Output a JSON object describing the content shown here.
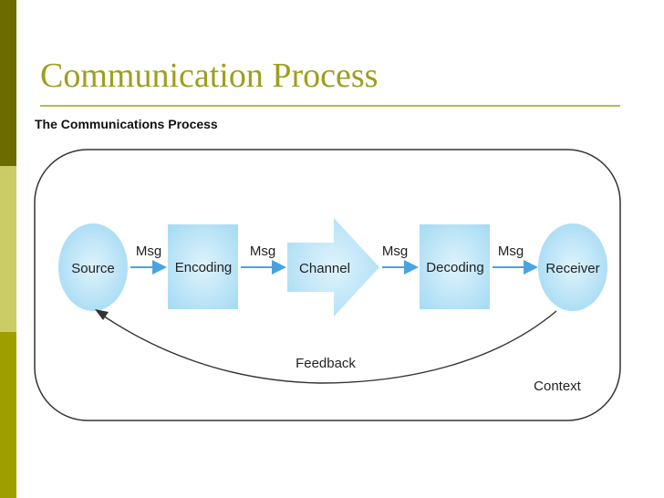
{
  "slide": {
    "title": "Communication Process",
    "figure_caption": "The Communications Process"
  },
  "diagram": {
    "nodes": {
      "source": "Source",
      "encoding": "Encoding",
      "channel": "Channel",
      "decoding": "Decoding",
      "receiver": "Receiver"
    },
    "message_labels": [
      "Msg",
      "Msg",
      "Msg",
      "Msg"
    ],
    "feedback_label": "Feedback",
    "context_label": "Context"
  },
  "colors": {
    "title": "#9e9e1e",
    "node_fill": "#a8dcf4",
    "node_highlight": "#dff3fc",
    "arrow": "#4aa3e0",
    "sidebar": [
      "#6b6b00",
      "#cccc66",
      "#9e9e00"
    ]
  }
}
